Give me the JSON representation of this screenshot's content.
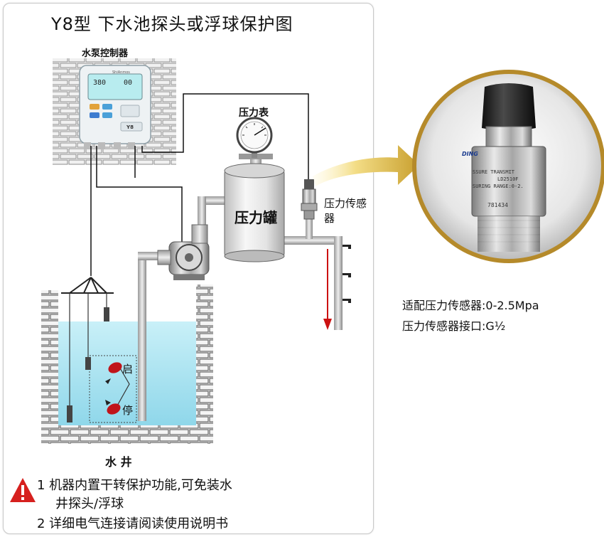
{
  "title": "Y8型 下水池探头或浮球保护图",
  "labels": {
    "controller": "水泵控制器",
    "gauge": "压力表",
    "tank": "压力罐",
    "sensor": "压力传感器",
    "well": "水 井",
    "float_start": "启",
    "float_stop": "停"
  },
  "controller_display": {
    "left_value": "380",
    "right_value": "00",
    "brand": "ShiAnmos",
    "model": "Y8"
  },
  "notes": {
    "n1_line1": "1 机器内置干转保护功能,可免装水",
    "n1_line2": "井探头/浮球",
    "n2": "2 详细电气连接请阅读使用说明书"
  },
  "specs": {
    "range": "适配压力传感器:0-2.5Mpa",
    "interface": "压力传感器接口:G½"
  },
  "sensor_photo_text": {
    "brand": "DING",
    "line1": "SSURE TRANSMIT",
    "line2": "LD2510F",
    "line3": "SURING RANGE:0-2.",
    "serial": "781434"
  },
  "colors": {
    "water": "#aee6f2",
    "pipe": "#d8d8d8",
    "arrow": "#cc1111",
    "float": "#c0141a",
    "gold": "#d8b54a",
    "warning": "#d6201e"
  }
}
